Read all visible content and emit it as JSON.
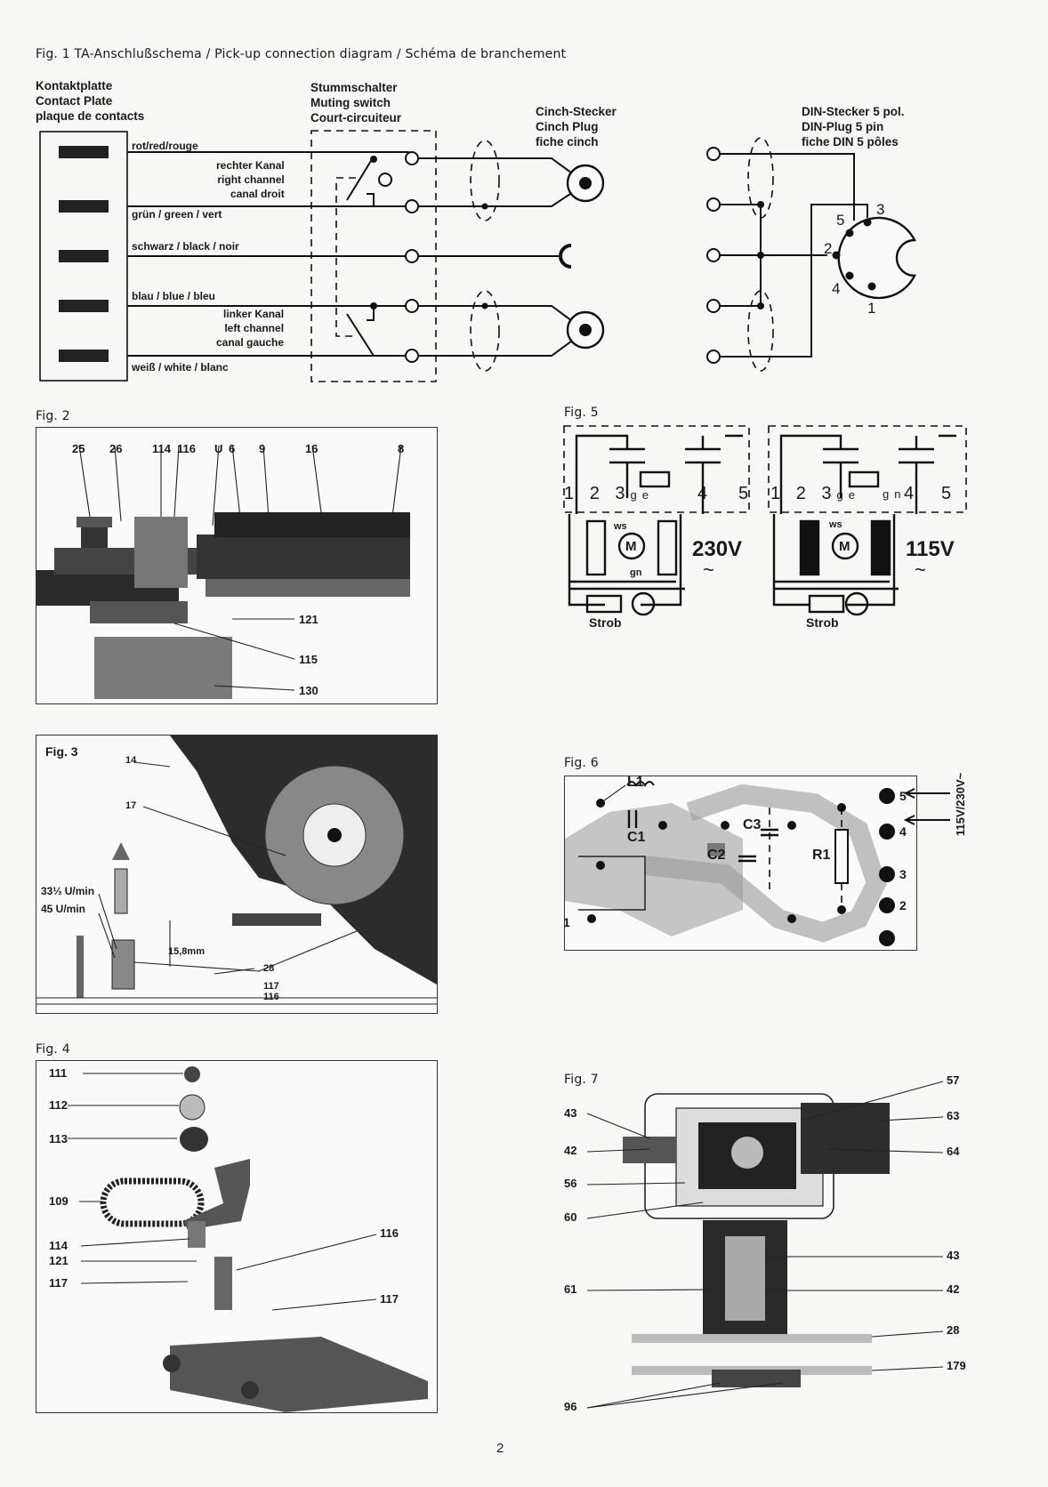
{
  "fig1": {
    "caption": "Fig. 1   TA-Anschlußschema / Pick-up connection diagram / Schéma de branchement",
    "contact_plate": [
      "Kontaktplatte",
      "Contact Plate",
      "plaque de contacts"
    ],
    "muting_switch": [
      "Stummschalter",
      "Muting switch",
      "Court-circuiteur"
    ],
    "cinch_plug": [
      "Cinch-Stecker",
      "Cinch Plug",
      "fiche cinch"
    ],
    "din_plug": [
      "DIN-Stecker 5 pol.",
      "DIN-Plug 5 pin",
      "fiche DIN 5 pôles"
    ],
    "wire_red": "rot/red/rouge",
    "right_channel": [
      "rechter Kanal",
      "right channel",
      "canal droit"
    ],
    "wire_green": "grün / green / vert",
    "wire_black": "schwarz / black / noir",
    "wire_blue": "blau / blue / bleu",
    "left_channel": [
      "linker Kanal",
      "left channel",
      "canal gauche"
    ],
    "wire_white": "weiß / white / blanc",
    "din_pins": [
      "3",
      "5",
      "2",
      "4",
      "1"
    ]
  },
  "fig2": {
    "caption": "Fig. 2",
    "top_labels": [
      "25",
      "26",
      "114",
      "116",
      "U",
      "6",
      "9",
      "16",
      "8"
    ],
    "side_labels": [
      "121",
      "115",
      "130"
    ]
  },
  "fig3": {
    "caption": "Fig. 3",
    "labels": [
      "14",
      "17",
      "28",
      "117",
      "116"
    ],
    "speed_33": "33⅓ U/min",
    "speed_45": "45 U/min",
    "dimension": "15,8mm"
  },
  "fig4": {
    "caption": "Fig. 4",
    "left_labels": [
      "111",
      "112",
      "113",
      "109",
      "114",
      "121",
      "117"
    ],
    "right_labels": [
      "116",
      "117"
    ]
  },
  "fig5": {
    "caption": "Fig. 5",
    "left": {
      "terminals": [
        "1",
        "2",
        "3",
        "ge",
        "4",
        "5"
      ],
      "motor": "M",
      "ws": "ws",
      "gn": "gn",
      "voltage": "230V",
      "tilde": "~",
      "strob": "Strob"
    },
    "right": {
      "terminals": [
        "1",
        "2",
        "3",
        "ge",
        "gn",
        "4",
        "5"
      ],
      "motor": "M",
      "ws": "ws",
      "voltage": "115V",
      "tilde": "~",
      "strob": "Strob"
    }
  },
  "fig6": {
    "caption": "Fig. 6",
    "components": [
      "L1",
      "C1",
      "C2",
      "C3",
      "R1"
    ],
    "terminals": [
      "5",
      "4",
      "3",
      "2",
      "1"
    ],
    "voltage": "115V/230V~"
  },
  "fig7": {
    "caption": "Fig. 7",
    "left_labels": [
      "43",
      "42",
      "56",
      "60",
      "61",
      "96"
    ],
    "right_labels": [
      "57",
      "63",
      "64",
      "43",
      "42",
      "28",
      "179"
    ]
  },
  "page_number": "2"
}
